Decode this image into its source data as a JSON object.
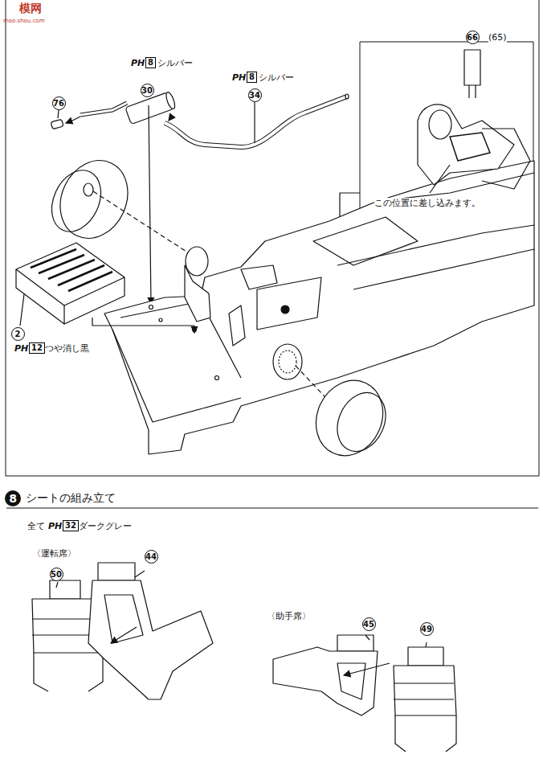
{
  "diagram": {
    "labels": [
      "模网",
      "moo.shou.com",
      "PH",
      "8",
      "シルバー",
      "30",
      "PH",
      "8",
      "シルバー",
      "34",
      "76",
      "66",
      "(65)",
      "この位置に差し込みます。",
      "2",
      "PH",
      "12",
      "つや消し黒",
      "8",
      "シートの組み立て",
      "全て",
      "PH",
      "32",
      "ダークグレー",
      "〈運転席〉",
      "50",
      "44",
      "〈助手席〉",
      "45",
      "49"
    ]
  }
}
